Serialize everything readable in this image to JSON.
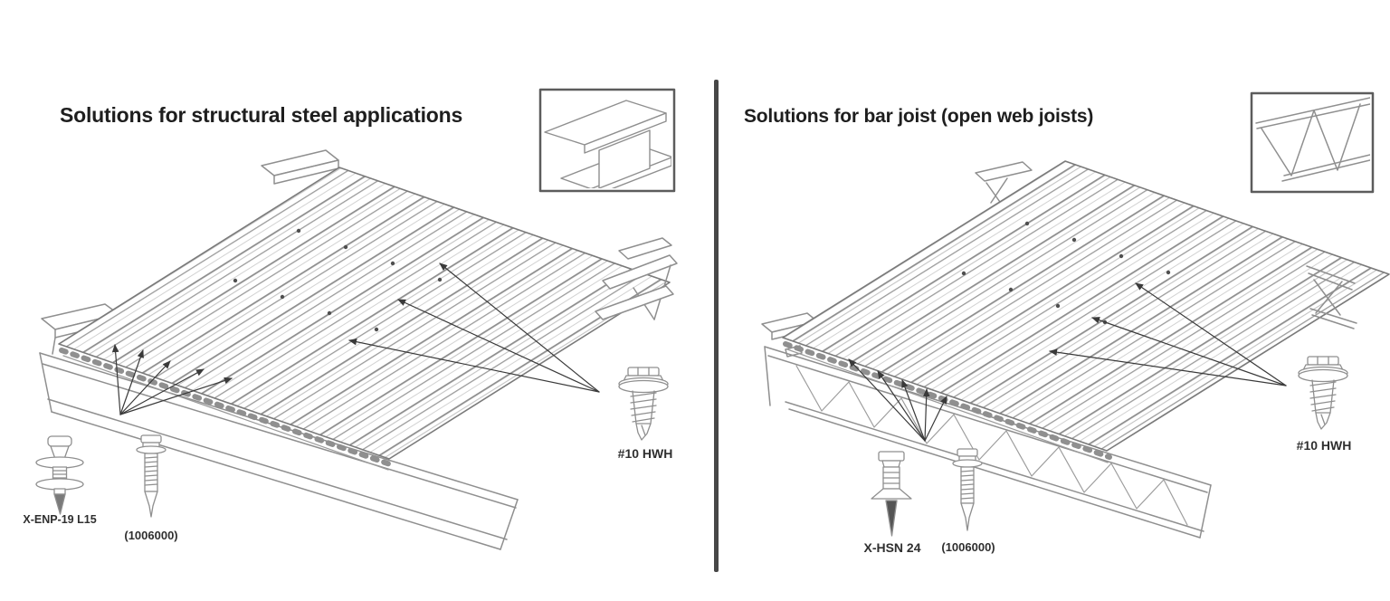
{
  "left_panel": {
    "title": "Solutions for structural steel applications",
    "inset_icon": "i-beam",
    "fastener_labels": {
      "pin": "X-ENP-19 L15",
      "screw": "(1006000)",
      "sidelap": "#10 HWH"
    }
  },
  "right_panel": {
    "title": "Solutions for bar joist (open web joists)",
    "inset_icon": "open-web-bar-joist",
    "fastener_labels": {
      "pin": "X-HSN 24",
      "screw": "(1006000)",
      "sidelap": "#10 HWH"
    }
  },
  "colors": {
    "line_art": "#8f8f8f",
    "arrow": "#3a3a3a",
    "divider": "#474747",
    "text": "#2f2f2f",
    "background": "#ffffff"
  }
}
